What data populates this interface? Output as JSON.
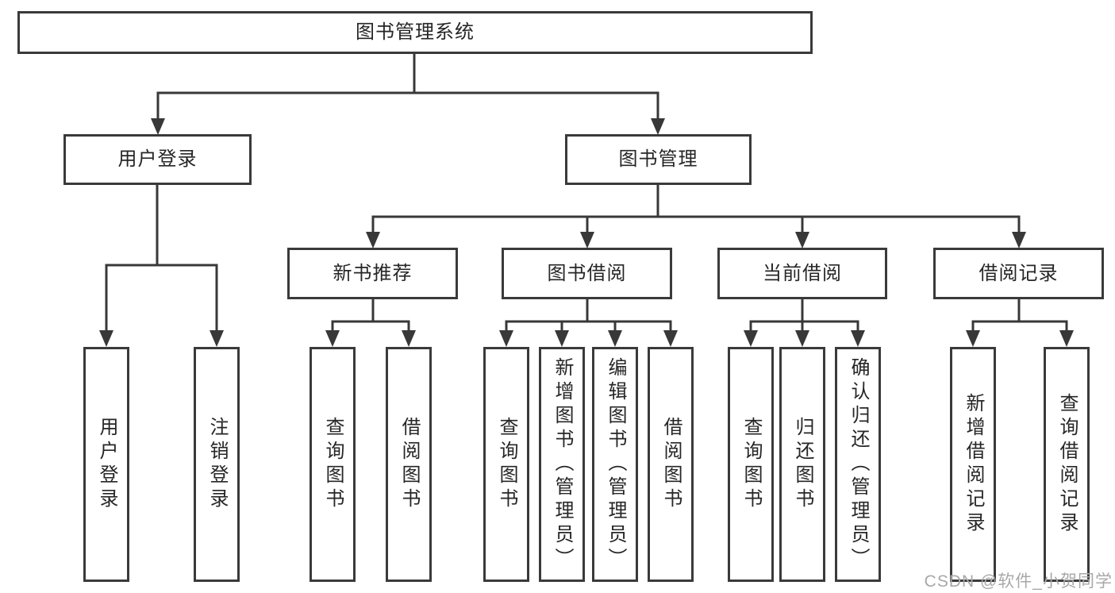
{
  "tree": {
    "label": "图书管理系统",
    "children": [
      {
        "label": "用户登录",
        "children": [
          {
            "label": "用户登录"
          },
          {
            "label": "注销登录"
          }
        ]
      },
      {
        "label": "图书管理",
        "children": [
          {
            "label": "新书推荐",
            "children": [
              {
                "label": "查询图书"
              },
              {
                "label": "借阅图书"
              }
            ]
          },
          {
            "label": "图书借阅",
            "children": [
              {
                "label": "查询图书"
              },
              {
                "label": "新增图书（管理员）"
              },
              {
                "label": "编辑图书（管理员）"
              },
              {
                "label": "借阅图书"
              }
            ]
          },
          {
            "label": "当前借阅",
            "children": [
              {
                "label": "查询图书"
              },
              {
                "label": "归还图书"
              },
              {
                "label": "确认归还（管理员）"
              }
            ]
          },
          {
            "label": "借阅记录",
            "children": [
              {
                "label": "新增借阅记录"
              },
              {
                "label": "查询借阅记录"
              }
            ]
          }
        ]
      }
    ]
  },
  "watermark": "CSDN @软件_小贺同学",
  "colors": {
    "line": "#383838",
    "box_border": "#3a3a3a",
    "box_fill": "#ffffff",
    "text": "#262626",
    "watermark": "#a8a8a8"
  }
}
